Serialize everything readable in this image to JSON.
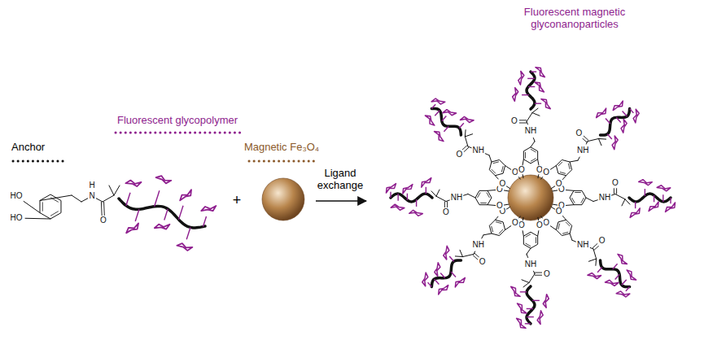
{
  "diagram": {
    "labels": [
      "Anchor",
      "Fluorescent glycopolymer",
      "HO",
      "HO",
      "H",
      "N",
      "O",
      "+",
      "Magnetic Fe₃O₄",
      "Ligand exchange",
      "Fluorescent magnetic glyconanoparticles",
      "O",
      "O",
      "NH",
      "O",
      "O",
      "O",
      "NH",
      "O",
      "O",
      "O",
      "NH",
      "O",
      "O",
      "O",
      "NH",
      "O",
      "O",
      "O",
      "NH",
      "O",
      "O",
      "O",
      "NH",
      "O",
      "O",
      "O",
      "NH",
      "O",
      "O",
      "O",
      "NH",
      "O"
    ]
  }
}
